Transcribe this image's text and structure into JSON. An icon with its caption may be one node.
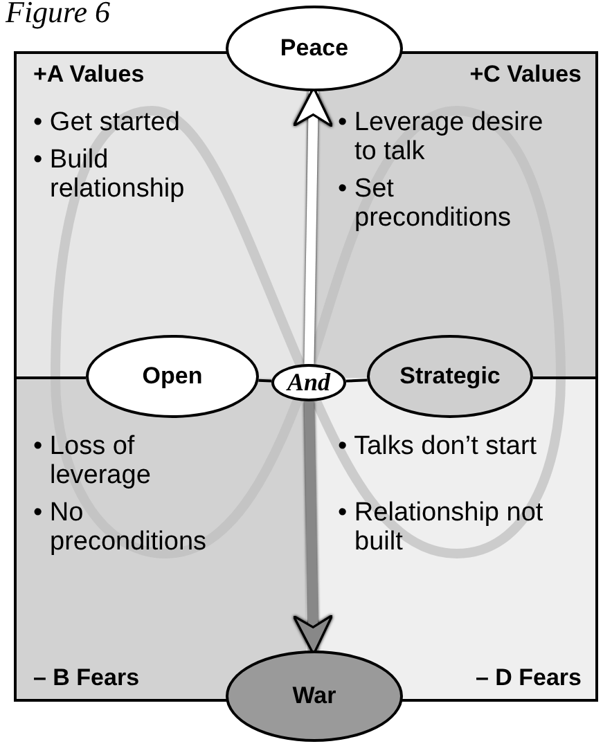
{
  "diagram": {
    "title": "Figure 6",
    "nodes": [
      {
        "text": [
          "Peace"
        ]
      },
      {
        "text": [
          "+A Values",
          "• Get started",
          "• Build relationship"
        ]
      },
      {
        "text": [
          "+C Values",
          "• Leverage desire to talk",
          "• Set preconditions"
        ]
      },
      {
        "text": [
          "Open"
        ]
      },
      {
        "text": [
          "And"
        ]
      },
      {
        "text": [
          "Strategic"
        ]
      },
      {
        "text": [
          "• Loss of leverage",
          "• No preconditions",
          "– B Fears"
        ]
      },
      {
        "text": [
          "• Talks don’t start",
          "• Relationship not built",
          "– D Fears"
        ]
      },
      {
        "text": [
          "War"
        ]
      }
    ],
    "edges": [
      {
        "from": 4,
        "to": 0,
        "arrow": "to",
        "style": "thick",
        "color": "#ffffff"
      },
      {
        "from": 4,
        "to": 8,
        "arrow": "to",
        "style": "thick",
        "color": "#888888"
      },
      {
        "from": 3,
        "to": 4,
        "arrow": "none"
      },
      {
        "from": 4,
        "to": 5,
        "arrow": "none"
      }
    ]
  }
}
